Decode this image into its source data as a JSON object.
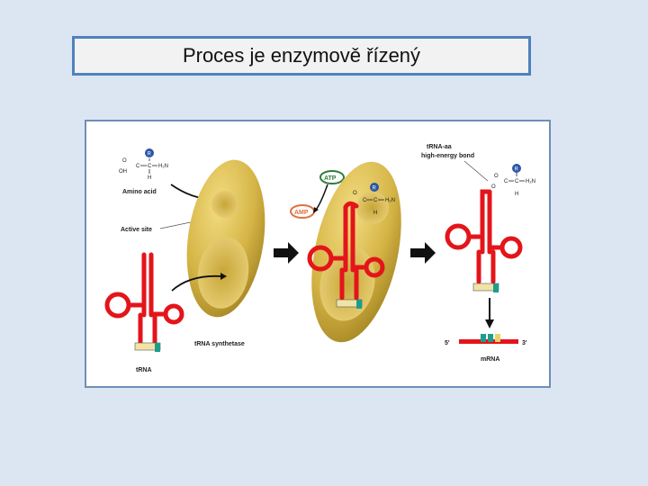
{
  "slide": {
    "title": "Proces je enzymově řízený"
  },
  "diagram": {
    "labels": {
      "amino_acid": "Amino acid",
      "active_site": "Active site",
      "trna_synthetase": "tRNA synthetase",
      "trna": "tRNA",
      "atp": "ATP",
      "amp": "AMP",
      "trna_aa_line1": "tRNA-aa",
      "trna_aa_line2": "high-energy bond",
      "mrna": "mRNA",
      "five_prime": "5'",
      "three_prime": "3'"
    },
    "chem": {
      "r": "R",
      "o": "O",
      "oh": "OH",
      "c": "C",
      "h": "H",
      "h2n": "H₂N"
    },
    "colors": {
      "enzyme": "#d4b445",
      "trna": "#e3151a",
      "atp": "#2e7d3a",
      "amp": "#e07040",
      "r_group": "#2a56a8",
      "frame": "#4f81bd"
    }
  }
}
